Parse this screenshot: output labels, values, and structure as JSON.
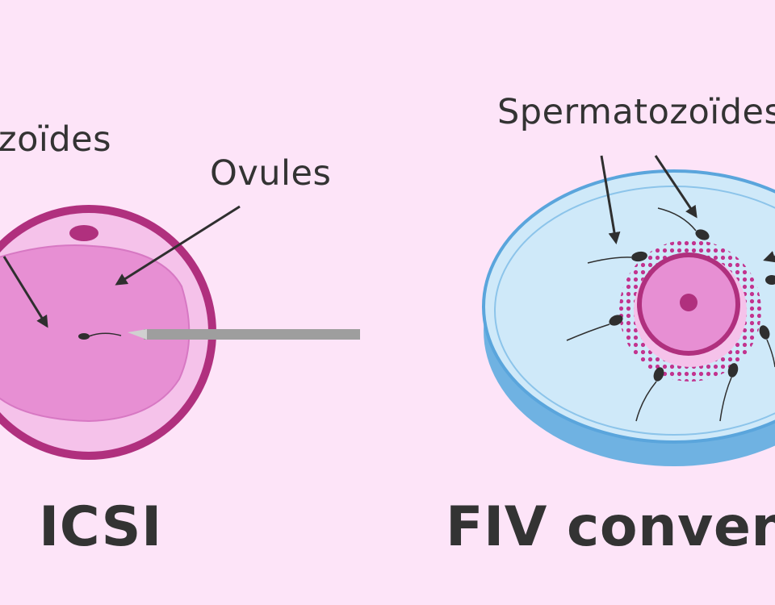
{
  "labels": {
    "spermatozoides_left": "zoïdes",
    "ovules": "Ovules",
    "spermatozoides_right": "Spermatozoïdes",
    "icsi_title": "ICSI",
    "fiv_title": "FIV conventio"
  },
  "colors": {
    "background": "#fde4f8",
    "ovum_rim": "#b0307e",
    "ovum_fill": "#e78fd3",
    "dish_fill": "#cfe9f9",
    "dish_rim": "#5aa5dc",
    "sperm": "#2f2f2f",
    "text": "#333333"
  }
}
